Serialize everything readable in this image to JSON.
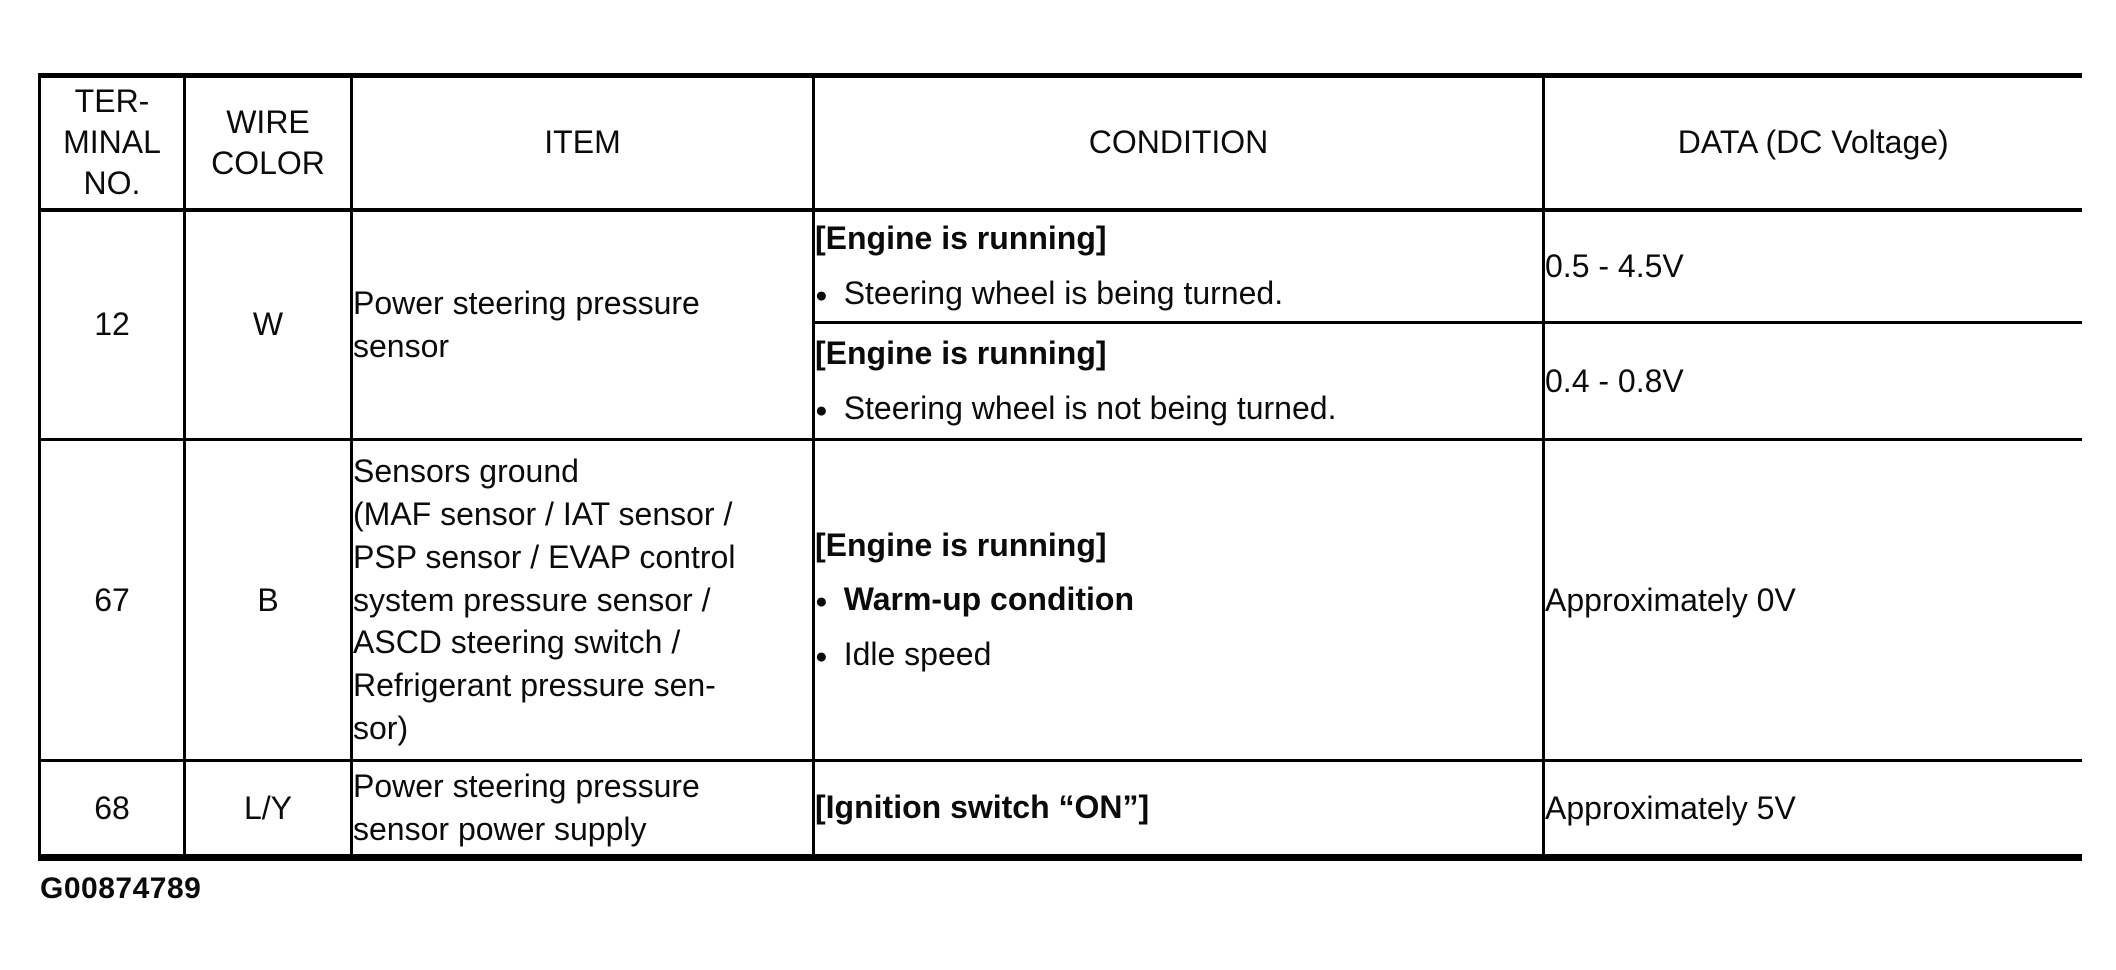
{
  "figure_label": "G00874789",
  "icons": {
    "bullet": "●"
  },
  "table": {
    "headers": {
      "terminal": "TER-\nMINAL\nNO.",
      "wire_color": "WIRE\nCOLOR",
      "item": "ITEM",
      "condition": "CONDITION",
      "data": "DATA (DC Voltage)"
    },
    "rows": [
      {
        "terminal_no": "12",
        "wire_color": "W",
        "item": "Power steering pressure\nsensor",
        "sub_rows": [
          {
            "condition_state": "[Engine is running]",
            "bullets": [
              {
                "text": "Steering wheel is being turned.",
                "bold": false
              }
            ],
            "data": "0.5 - 4.5V"
          },
          {
            "condition_state": "[Engine is running]",
            "bullets": [
              {
                "text": "Steering wheel is not being turned.",
                "bold": false
              }
            ],
            "data": "0.4 - 0.8V"
          }
        ]
      },
      {
        "terminal_no": "67",
        "wire_color": "B",
        "item": "Sensors ground\n(MAF sensor / IAT sensor /\nPSP sensor / EVAP control\nsystem pressure sensor /\nASCD steering switch /\nRefrigerant pressure sen-\nsor)",
        "sub_rows": [
          {
            "condition_state": "[Engine is running]",
            "bullets": [
              {
                "text": "Warm-up condition",
                "bold": true
              },
              {
                "text": "Idle speed",
                "bold": false
              }
            ],
            "data": "Approximately 0V"
          }
        ]
      },
      {
        "terminal_no": "68",
        "wire_color": "L/Y",
        "item": "Power steering pressure\nsensor power supply",
        "sub_rows": [
          {
            "condition_state": "[Ignition switch “ON”]",
            "bullets": [],
            "data": "Approximately 5V"
          }
        ]
      }
    ]
  }
}
